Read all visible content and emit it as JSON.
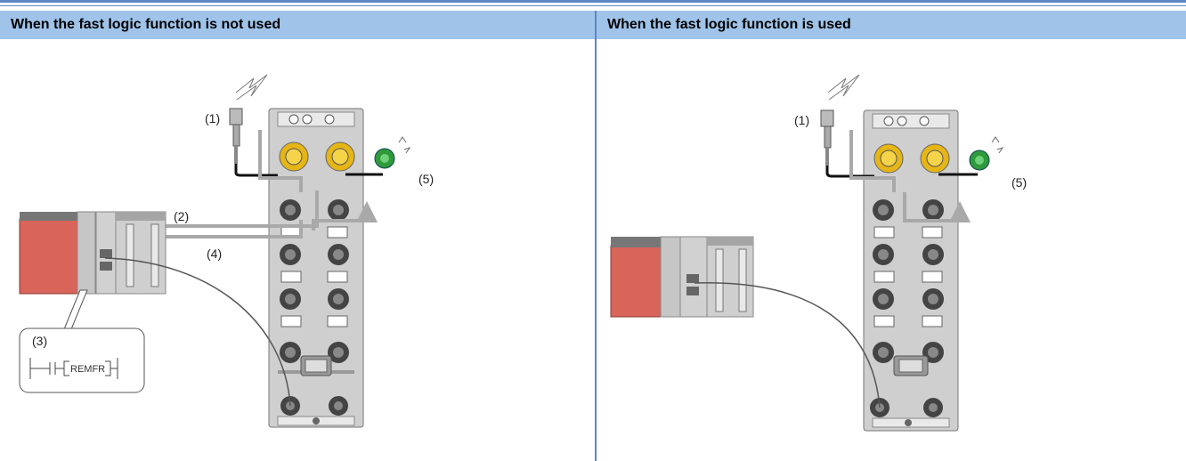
{
  "panels": {
    "left": {
      "title": "When the fast logic function is not used",
      "labels": {
        "sensor": "(1)",
        "cpu_input": "(2)",
        "ladder": "(3)",
        "cpu_output": "(4)",
        "actuator": "(5)",
        "instruction": "REMFR"
      }
    },
    "right": {
      "title": "When the fast logic function is used",
      "labels": {
        "sensor": "(1)",
        "actuator": "(5)"
      }
    }
  },
  "colors": {
    "header_bg": "#9fc3e9",
    "rule": "#5b87c5",
    "flow_arrow": "#a9a9a9",
    "module_body": "#c8c8c8",
    "connector_yellow": "#f0c419",
    "actuator_green": "#2f9a3a",
    "plc_red": "#d9645a"
  }
}
